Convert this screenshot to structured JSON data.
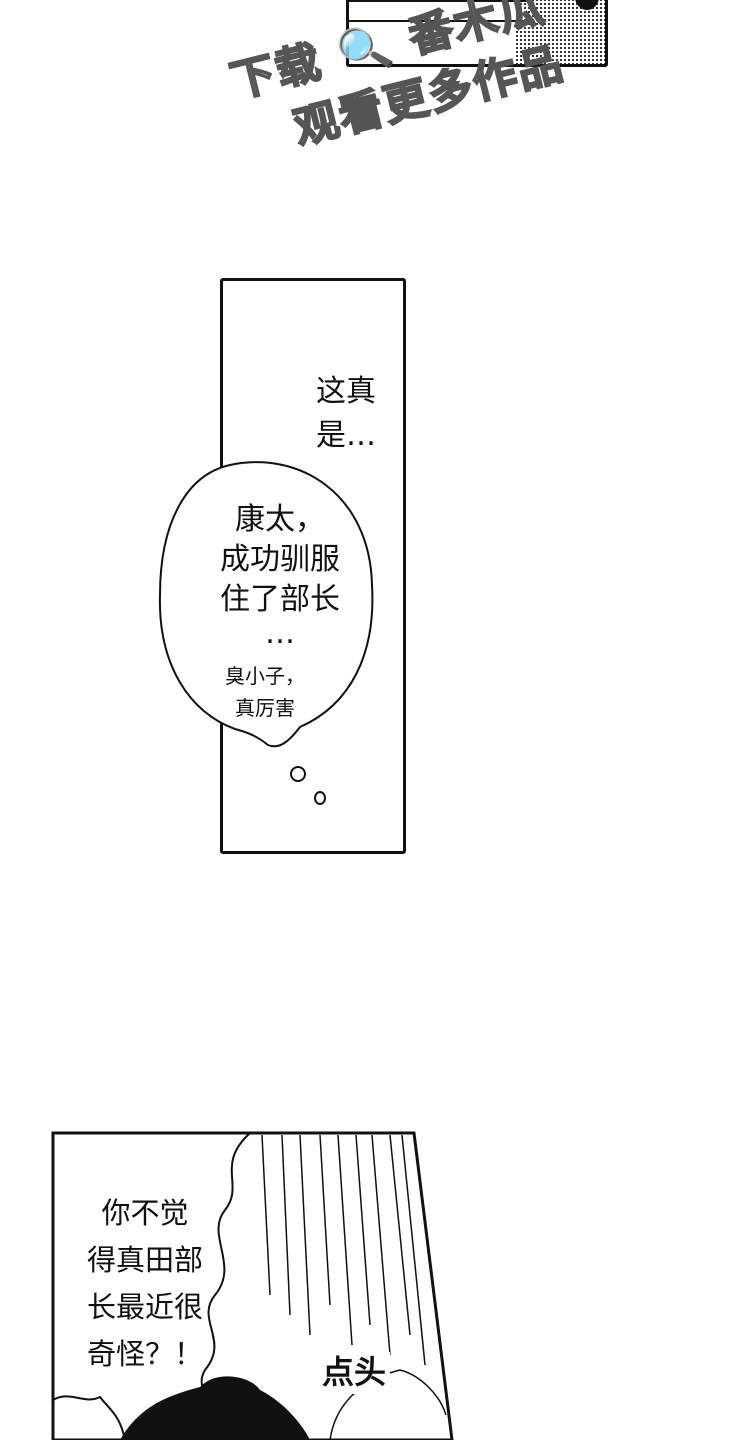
{
  "watermark": {
    "line1": "下载 🔍 番木瓜",
    "line2": "观看更多作品"
  },
  "panel2": {
    "narration": [
      "这真",
      "是…"
    ],
    "thought": [
      "康太，",
      "成功驯服",
      "住了部长",
      "…"
    ],
    "thought_small": [
      "臭小子，",
      "真厉害"
    ]
  },
  "panel3": {
    "speech": [
      "你不觉",
      "得真田部",
      "长最近很",
      "奇怪？！"
    ],
    "sfx": "点头"
  }
}
